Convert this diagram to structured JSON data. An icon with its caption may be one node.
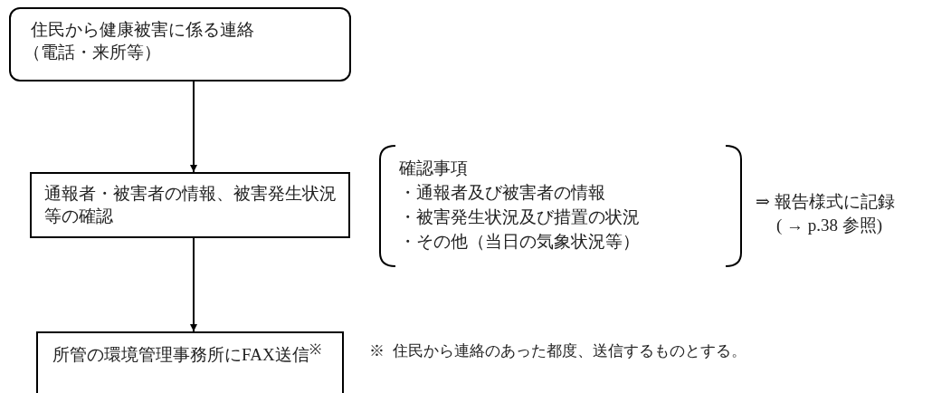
{
  "diagram": {
    "nodes": [
      {
        "text": [
          "住民から健康被害に係る連絡",
          "（電話・来所等）"
        ]
      },
      {
        "text": [
          "通報者・被害者の情報、被害発生状況等の確認"
        ]
      },
      {
        "text": [
          "確認事項",
          "・通報者及び被害者の情報",
          "・被害発生状況及び措置の状況",
          "・その他（当日の気象状況等）"
        ]
      },
      {
        "text": [
          "所管の環境管理事務所にFAX送信$^{※}$"
        ]
      }
    ],
    "edges": [
      {
        "from": 0,
        "to": 1,
        "arrow": "to"
      },
      {
        "from": 1,
        "to": 3,
        "arrow": "to"
      }
    ],
    "labels": [
      "⇒ 報告様式に記録",
      "( → p.38 参照)",
      "※  住民から連絡のあった都度、送信するものとする。"
    ]
  }
}
